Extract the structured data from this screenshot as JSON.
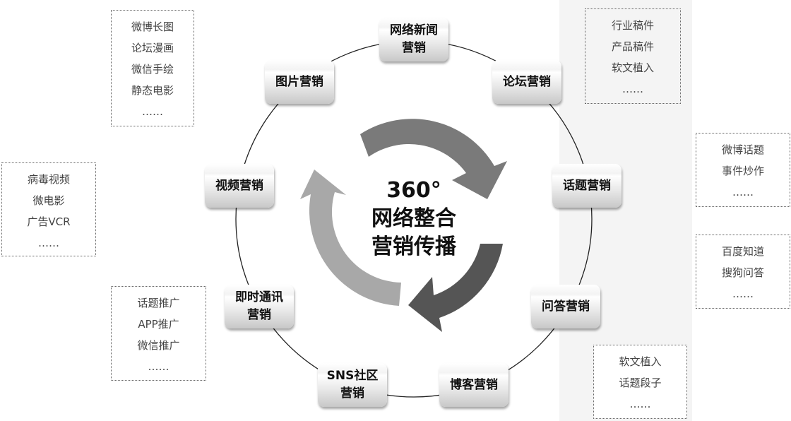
{
  "center": {
    "line1": "360°",
    "line2": "网络整合",
    "line3": "营销传播"
  },
  "nodes": [
    {
      "l1": "网络新闻",
      "l2": "营销"
    },
    {
      "l1": "论坛营销",
      "l2": ""
    },
    {
      "l1": "话题营销",
      "l2": ""
    },
    {
      "l1": "问答营销",
      "l2": ""
    },
    {
      "l1": "博客营销",
      "l2": ""
    },
    {
      "l1": "SNS社区",
      "l2": "营销"
    },
    {
      "l1": "即时通讯",
      "l2": "营销"
    },
    {
      "l1": "视频营销",
      "l2": ""
    },
    {
      "l1": "图片营销",
      "l2": ""
    }
  ],
  "boxes": [
    [
      "微博长图",
      "论坛漫画",
      "微信手绘",
      "静态电影",
      "……"
    ],
    [
      "病毒视频",
      "微电影",
      "广告VCR",
      "……"
    ],
    [
      "话题推广",
      "APP推广",
      "微信推广",
      "……"
    ],
    [
      "行业稿件",
      "产品稿件",
      "软文植入",
      "……"
    ],
    [
      "微博话题",
      "事件炒作",
      "……"
    ],
    [
      "百度知道",
      "搜狗问答",
      "……"
    ],
    [
      "软文植入",
      "话题段子",
      "……"
    ]
  ]
}
